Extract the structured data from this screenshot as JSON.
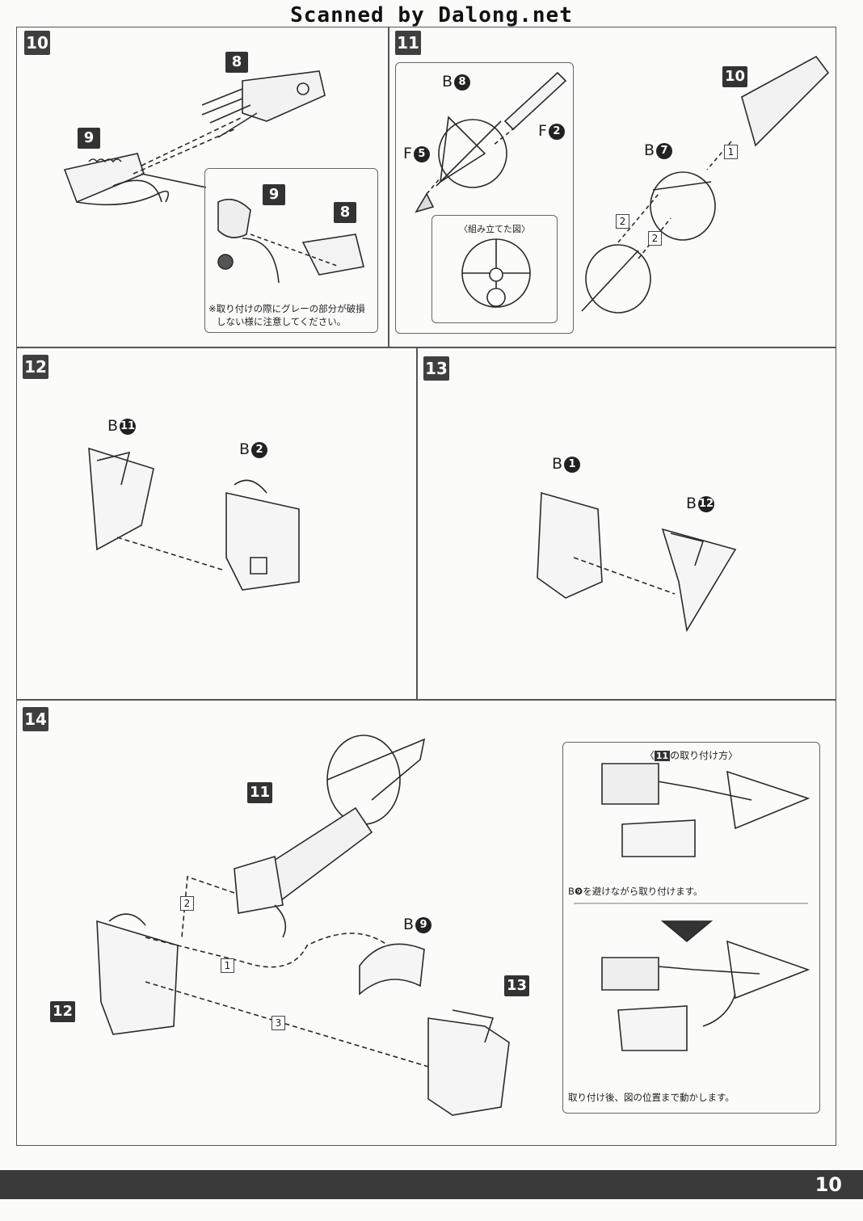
{
  "watermark": "Scanned by Dalong.net",
  "page_number": "10",
  "steps": {
    "s10": {
      "badge": "10",
      "callouts": [
        "8",
        "9"
      ],
      "inset": {
        "callouts": [
          "9",
          "8"
        ],
        "note_line1": "※取り付けの際にグレーの部分が破損",
        "note_line2": "しない様に注意してください。"
      }
    },
    "s11": {
      "badge": "11",
      "callout_sub": "10",
      "labels": [
        {
          "letter": "B",
          "num": "8"
        },
        {
          "letter": "F",
          "num": "2"
        },
        {
          "letter": "F",
          "num": "5"
        },
        {
          "letter": "B",
          "num": "7"
        }
      ],
      "assembly_caption": "〈組み立てた図〉",
      "sequence": [
        "1",
        "2",
        "2"
      ]
    },
    "s12": {
      "badge": "12",
      "labels": [
        {
          "letter": "B",
          "num": "11"
        },
        {
          "letter": "B",
          "num": "2"
        }
      ]
    },
    "s13": {
      "badge": "13",
      "labels": [
        {
          "letter": "B",
          "num": "1"
        },
        {
          "letter": "B",
          "num": "12"
        }
      ]
    },
    "s14": {
      "badge": "14",
      "callouts": [
        "11",
        "12",
        "13"
      ],
      "label": {
        "letter": "B",
        "num": "9"
      },
      "sequence": [
        "2",
        "1",
        "3"
      ],
      "howto": {
        "title_badge": "11",
        "title_text": "の取り付け方〉",
        "title_prefix": "〈",
        "text1": "B❾を避けながら取り付けます。",
        "text2": "取り付け後、図の位置まで動かします。"
      }
    }
  }
}
